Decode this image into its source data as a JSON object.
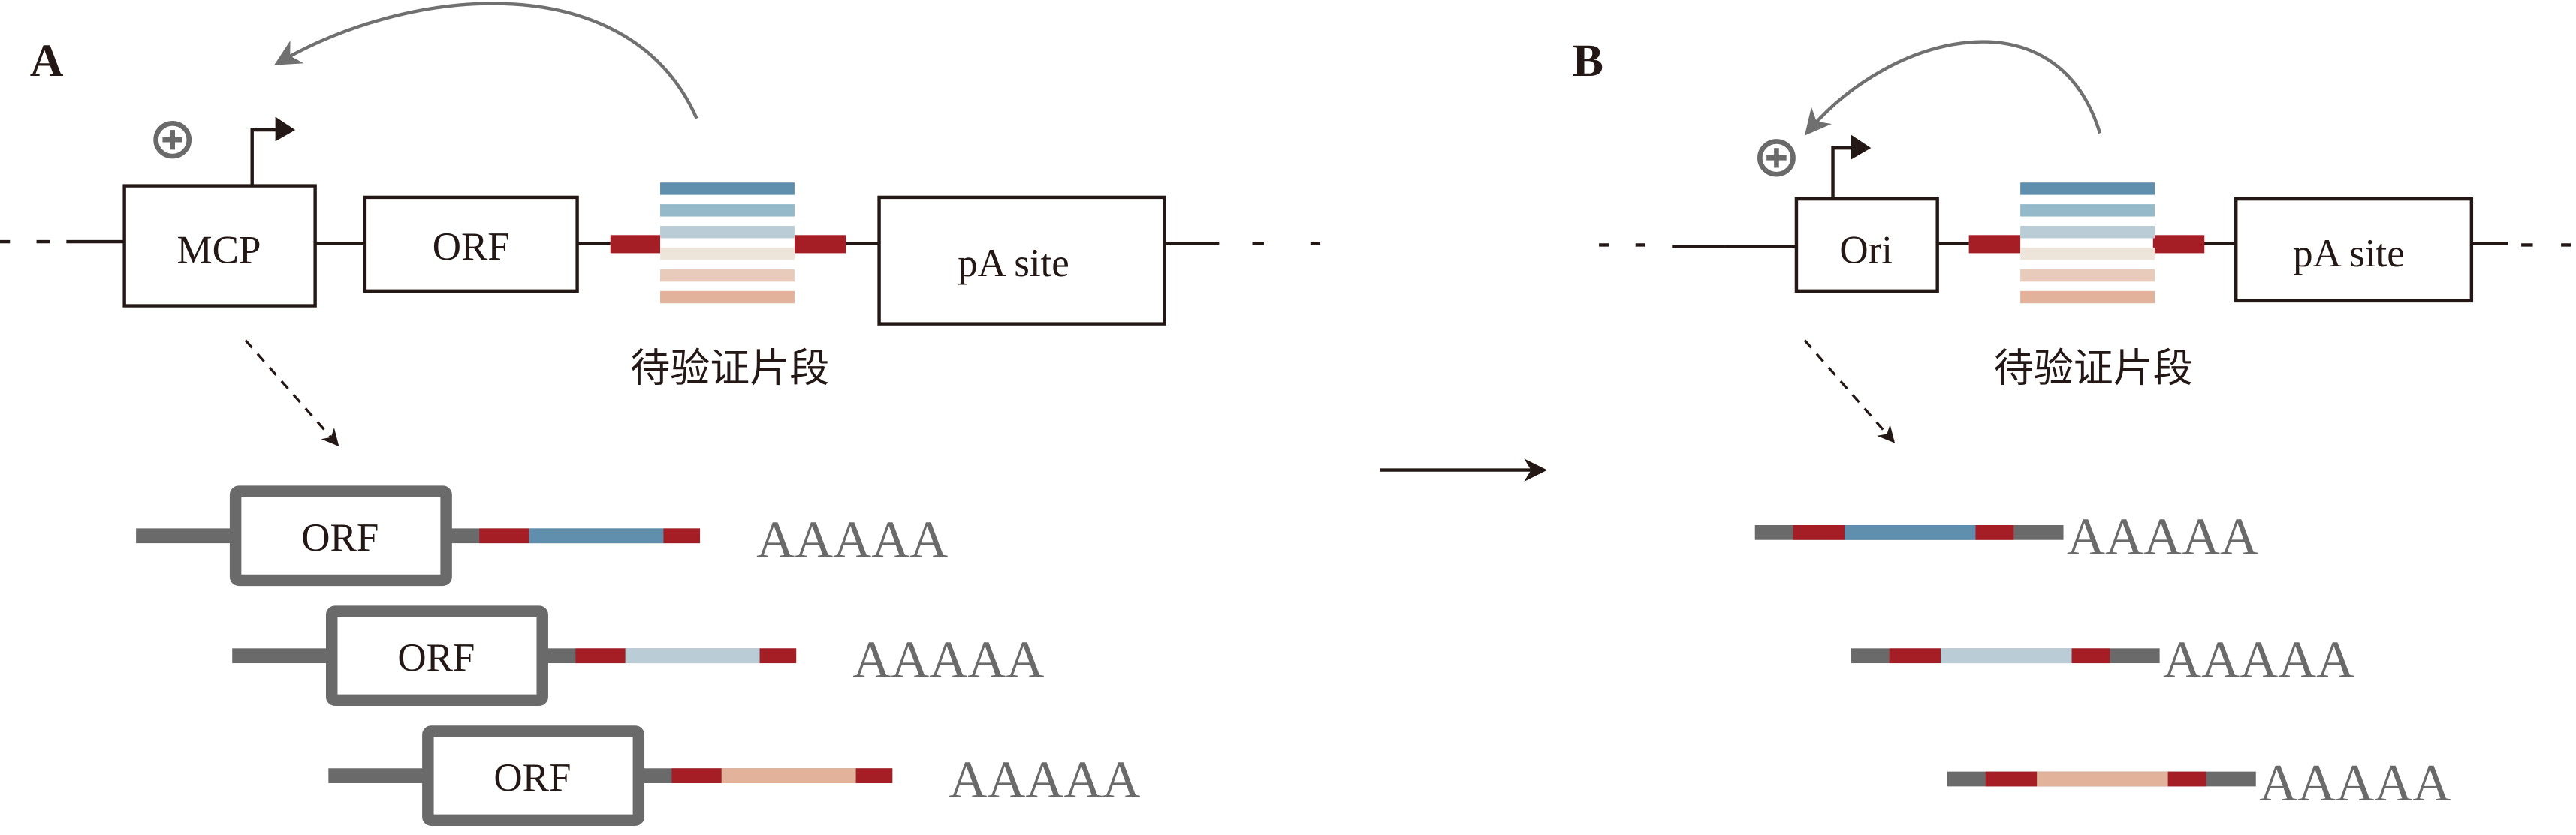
{
  "figure": {
    "colors": {
      "black": "#231815",
      "gray": "#6a6a6a",
      "arrow_gray": "#707070",
      "red_site": "#a61e25",
      "fragments": [
        "#5f8fad",
        "#94b9c9",
        "#bacdd6",
        "#ede5da",
        "#e9cbbb",
        "#e3b29a"
      ]
    },
    "panel_a": {
      "label": "A",
      "promoter_box": "MCP",
      "orf_box": "ORF",
      "pa_box": "pA site",
      "fragment_caption": "待验证片段",
      "enhancer_icon": "circle-plus-icon",
      "transcripts": [
        {
          "orf": "ORF",
          "fragment_color_index": 0,
          "tail": "AAAAA"
        },
        {
          "orf": "ORF",
          "fragment_color_index": 2,
          "tail": "AAAAA"
        },
        {
          "orf": "ORF",
          "fragment_color_index": 5,
          "tail": "AAAAA"
        }
      ]
    },
    "panel_b": {
      "label": "B",
      "promoter_box": "Ori",
      "pa_box": "pA site",
      "fragment_caption": "待验证片段",
      "enhancer_icon": "circle-plus-icon",
      "transcripts": [
        {
          "fragment_color_index": 0,
          "tail": "AAAAA"
        },
        {
          "fragment_color_index": 2,
          "tail": "AAAAA"
        },
        {
          "fragment_color_index": 5,
          "tail": "AAAAA"
        }
      ]
    }
  }
}
